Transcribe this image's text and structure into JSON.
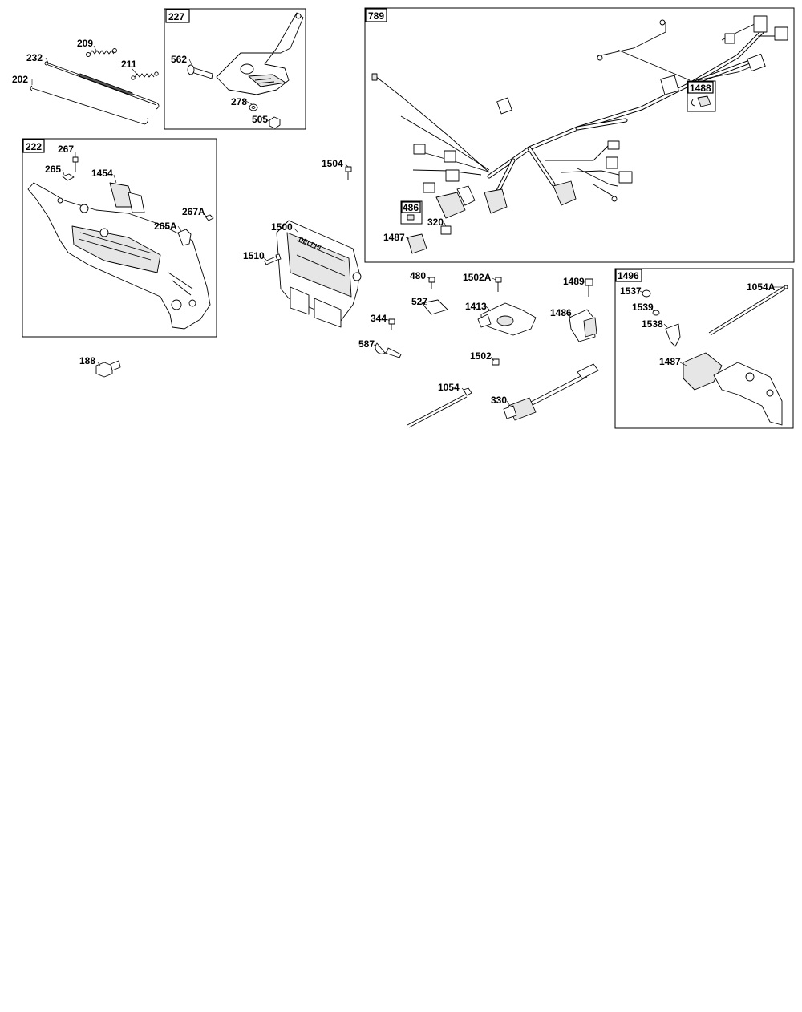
{
  "assemblies": {
    "a227": "227",
    "a222": "222",
    "a789": "789",
    "a1488": "1488",
    "a486": "486",
    "a1496": "1496"
  },
  "callouts": {
    "p209": "209",
    "p232": "232",
    "p211": "211",
    "p202": "202",
    "p562": "562",
    "p278": "278",
    "p505": "505",
    "p267": "267",
    "p265": "265",
    "p1454": "1454",
    "p267A": "267A",
    "p265A": "265A",
    "p188": "188",
    "p1504": "1504",
    "p1500": "1500",
    "p1510": "1510",
    "p320": "320",
    "p1487a": "1487",
    "p480": "480",
    "p1502A": "1502A",
    "p1489": "1489",
    "p527": "527",
    "p1413": "1413",
    "p1486": "1486",
    "p344": "344",
    "p587": "587",
    "p1502": "1502",
    "p1054": "1054",
    "p330": "330",
    "p1537": "1537",
    "p1054A": "1054A",
    "p1539": "1539",
    "p1538": "1538",
    "p1487b": "1487"
  },
  "ecu_logo": "DELPHI"
}
